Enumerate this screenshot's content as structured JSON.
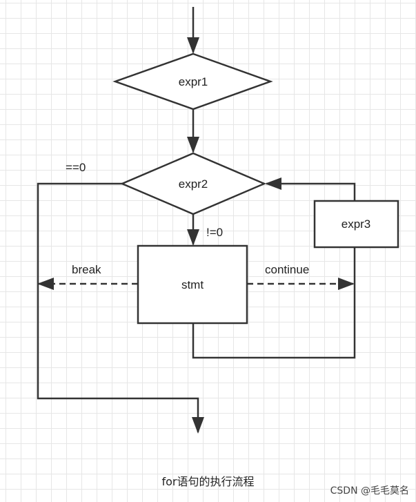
{
  "diagram": {
    "nodes": {
      "expr1": {
        "label": "expr1"
      },
      "expr2": {
        "label": "expr2"
      },
      "stmt": {
        "label": "stmt"
      },
      "expr3": {
        "label": "expr3"
      }
    },
    "edge_labels": {
      "false_branch": "==0",
      "true_branch": "!=0",
      "break": "break",
      "continue": "continue"
    },
    "colors": {
      "stroke": "#333333",
      "text": "#222222",
      "grid": "#e6e6e6"
    }
  },
  "caption": "for语句的执行流程",
  "watermark": "CSDN @毛毛莫名"
}
